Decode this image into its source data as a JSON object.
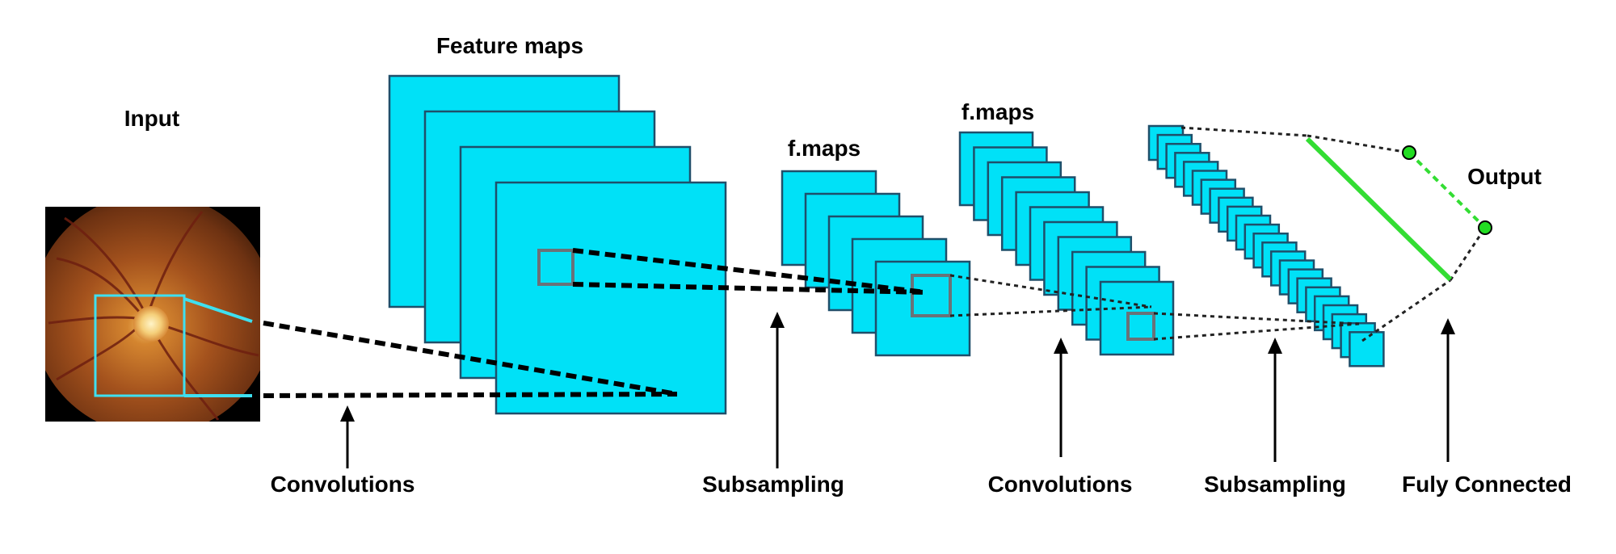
{
  "labels": {
    "input": "Input",
    "feature_maps": "Feature maps",
    "fmaps_1": "f.maps",
    "fmaps_2": "f.maps",
    "output": "Output"
  },
  "stages": [
    {
      "label": "Convolutions"
    },
    {
      "label": "Subsampling"
    },
    {
      "label": "Convolutions"
    },
    {
      "label": "Subsampling"
    },
    {
      "label": "Fuly Connected"
    }
  ],
  "colors": {
    "feature_map_fill": "#00e1f7",
    "feature_map_stroke": "#1f4f6a",
    "receptive_field": "#3ee0f0",
    "output_node": "#22dd22",
    "fc_line": "#33dd33"
  },
  "layer_counts": {
    "feature_maps": 4,
    "fmaps_1": 5,
    "fmaps_2": 11,
    "subsampled_maps": 24,
    "output_nodes": 2
  },
  "input_image": {
    "name": "retinal-fundus-image",
    "icon": "fundus-photo"
  }
}
